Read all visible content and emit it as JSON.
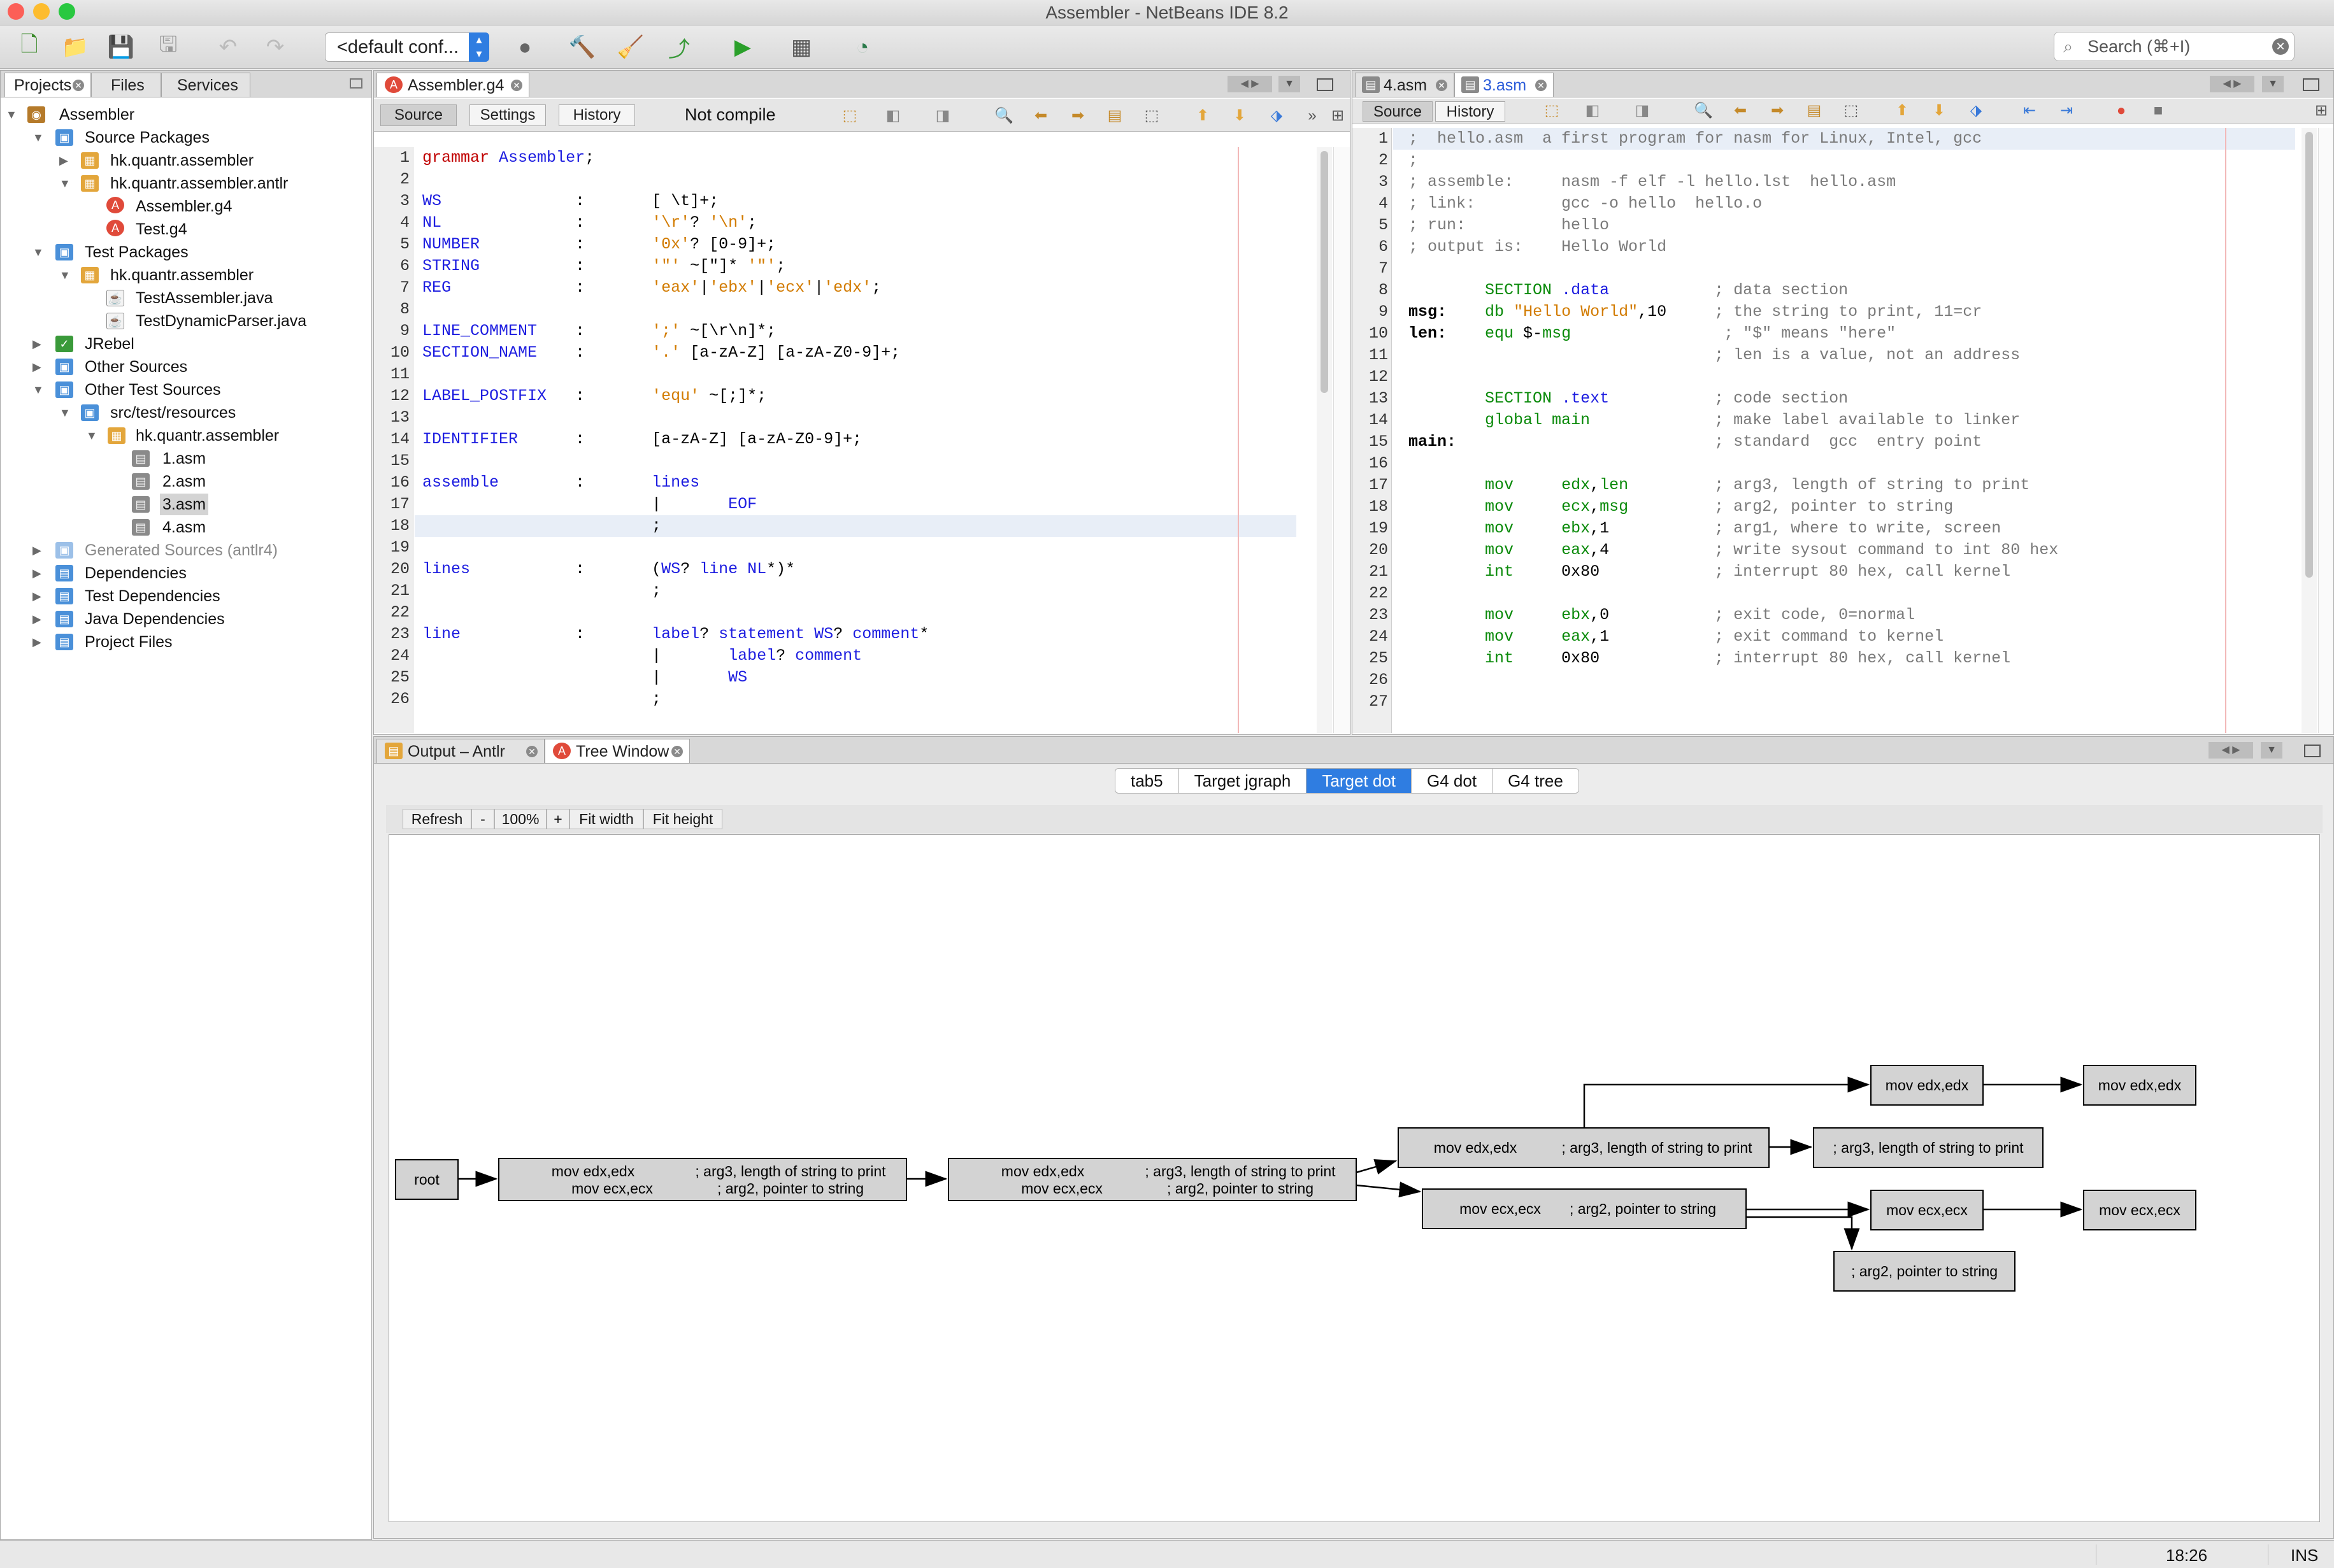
{
  "window": {
    "title": "Assembler - NetBeans IDE 8.2"
  },
  "toolbar": {
    "config": "<default conf...",
    "search_placeholder": "Search (⌘+I)"
  },
  "projects_panel": {
    "tabs": [
      "Projects",
      "Files",
      "Services"
    ],
    "tree": [
      "Assembler",
      "Source Packages",
      "hk.quantr.assembler",
      "hk.quantr.assembler.antlr",
      "Assembler.g4",
      "Test.g4",
      "Test Packages",
      "hk.quantr.assembler",
      "TestAssembler.java",
      "TestDynamicParser.java",
      "JRebel",
      "Other Sources",
      "Other Test Sources",
      "src/test/resources",
      "hk.quantr.assembler",
      "1.asm",
      "2.asm",
      "3.asm",
      "4.asm",
      "Generated Sources (antlr4)",
      "Dependencies",
      "Test Dependencies",
      "Java Dependencies",
      "Project Files"
    ]
  },
  "left_editor": {
    "tab": "Assembler.g4",
    "buttons": [
      "Source",
      "Settings",
      "History"
    ],
    "status": "Not compile",
    "line_numbers": [
      "1",
      "2",
      "3",
      "4",
      "5",
      "6",
      "7",
      "8",
      "9",
      "10",
      "11",
      "12",
      "13",
      "14",
      "15",
      "16",
      "17",
      "18",
      "19",
      "20",
      "21",
      "22",
      "23",
      "24",
      "25",
      "26"
    ]
  },
  "right_editor": {
    "tabs": [
      "4.asm",
      "3.asm"
    ],
    "buttons": [
      "Source",
      "History"
    ],
    "line_numbers": [
      "1",
      "2",
      "3",
      "4",
      "5",
      "6",
      "7",
      "8",
      "9",
      "10",
      "11",
      "12",
      "13",
      "14",
      "15",
      "16",
      "17",
      "18",
      "19",
      "20",
      "21",
      "22",
      "23",
      "24",
      "25",
      "26",
      "27"
    ]
  },
  "bottom": {
    "tabs": [
      "Output – Antlr",
      "Tree Window"
    ],
    "view_tabs": [
      "tab5",
      "Target jgraph",
      "Target dot",
      "G4 dot",
      "G4 tree"
    ],
    "graph_buttons": [
      "Refresh",
      "-",
      "100%",
      "+",
      "Fit width",
      "Fit height"
    ]
  },
  "graph": {
    "nodes": {
      "root": "root",
      "n1a": "mov edx,edx",
      "n1b": "; arg3, length of string to print",
      "n1c": "mov ecx,ecx",
      "n1d": "; arg2, pointer to string",
      "n2a": "mov edx,edx",
      "n2b": "; arg3, length of string to print",
      "n2c": "mov ecx,ecx",
      "n2d": "; arg2, pointer to string",
      "n3a": "mov edx,edx",
      "n3b": "; arg3, length of string to print",
      "n4a": "mov ecx,ecx",
      "n4b": "; arg2, pointer to string",
      "n5": "; arg3, length of string to print",
      "n6": "mov edx,edx",
      "n7": "mov edx,edx",
      "n8": "mov ecx,ecx",
      "n9": "mov ecx,ecx",
      "n10": "; arg2, pointer to string"
    }
  },
  "status_bar": {
    "time": "18:26",
    "mode": "INS"
  },
  "colors": {
    "accent": "#2f7de1",
    "keyword": "#1d1de0",
    "literal": "#d27b00",
    "comment": "#7a7a7a",
    "green": "#0a8a0a"
  }
}
